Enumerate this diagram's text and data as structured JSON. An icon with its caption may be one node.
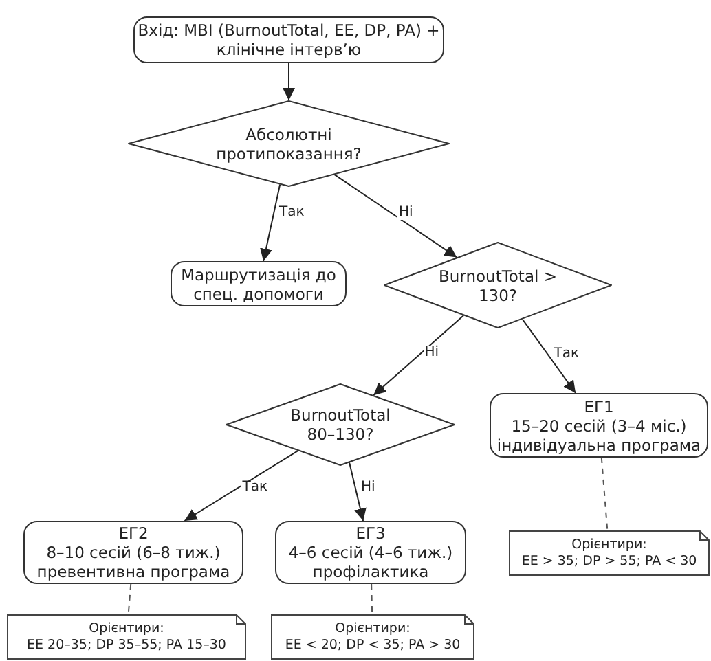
{
  "diagram": {
    "nodes": [
      {
        "text": [
          "Вхід: MBI (BurnoutTotal, EE, DP, PA) + клінічне інтерв’ю"
        ]
      },
      {
        "text": [
          "Абсолютні протипоказання?"
        ]
      },
      {
        "text": [
          "Маршрутизація до спец. допомоги"
        ]
      },
      {
        "text": [
          "BurnoutTotal > 130?"
        ]
      },
      {
        "text": [
          "BurnoutTotal 80–130?"
        ]
      },
      {
        "text": [
          "ЕГ1",
          "15–20 сесій (3–4 міс.)",
          "індивідуальна програма"
        ]
      },
      {
        "text": [
          "ЕГ2",
          "8–10 сесій (6–8 тиж.)",
          "превентивна програма"
        ]
      },
      {
        "text": [
          "ЕГ3",
          "4–6 сесій (4–6 тиж.)",
          "профілактика"
        ]
      },
      {
        "text": [
          "Орієнтири:",
          "EE > 35; DP > 55; PA < 30"
        ]
      },
      {
        "text": [
          "Орієнтири:",
          "EE 20–35; DP 35–55; PA 15–30"
        ]
      },
      {
        "text": [
          "Орієнтири:",
          "EE < 20; DP < 35; PA > 30"
        ]
      }
    ],
    "edges": [
      {
        "from": 0,
        "to": 1,
        "arrow": "to"
      },
      {
        "from": 1,
        "to": 2,
        "arrow": "to",
        "label": "Так"
      },
      {
        "from": 1,
        "to": 3,
        "arrow": "to",
        "label": "Ні"
      },
      {
        "from": 3,
        "to": 4,
        "arrow": "to",
        "label": "Ні"
      },
      {
        "from": 3,
        "to": 5,
        "arrow": "to",
        "label": "Так"
      },
      {
        "from": 4,
        "to": 6,
        "arrow": "to",
        "label": "Так"
      },
      {
        "from": 4,
        "to": 7,
        "arrow": "to",
        "label": "Ні"
      },
      {
        "from": 5,
        "to": 8,
        "arrow": "none",
        "style": "dashed"
      },
      {
        "from": 6,
        "to": 9,
        "arrow": "none",
        "style": "dashed"
      },
      {
        "from": 7,
        "to": 10,
        "arrow": "none",
        "style": "dashed"
      }
    ]
  }
}
